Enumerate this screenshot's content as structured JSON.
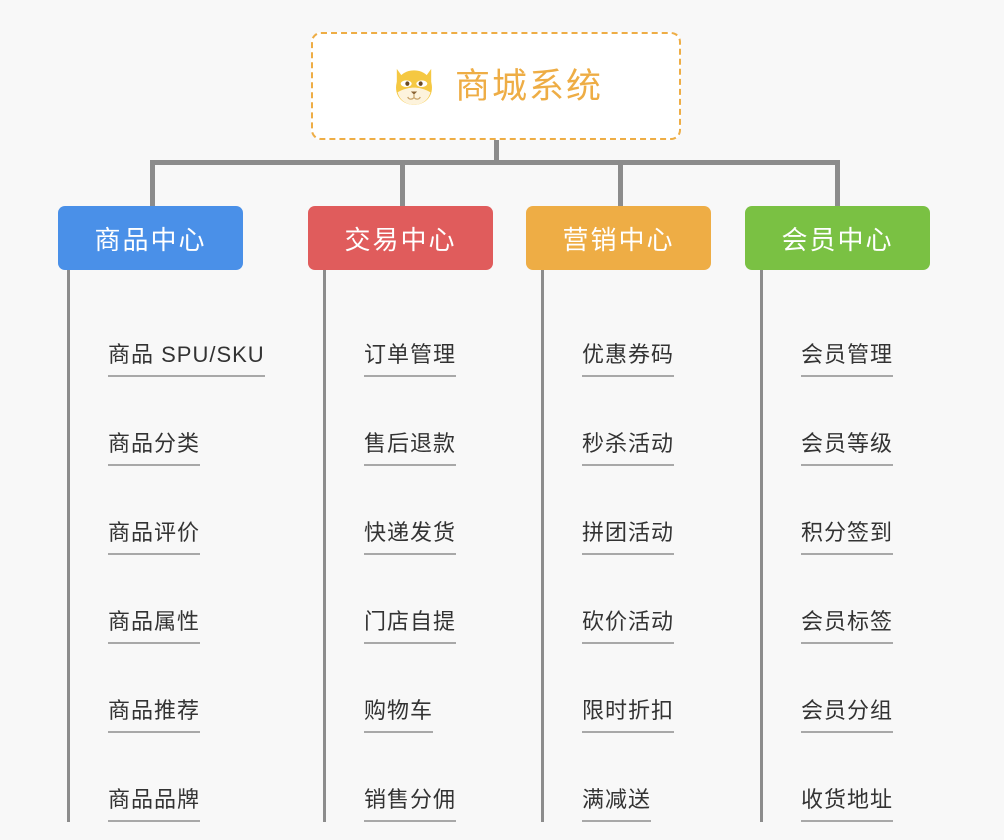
{
  "page": {
    "background_color": "#f8f8f8",
    "type": "mindmap-tree"
  },
  "root": {
    "title": "商城系统",
    "icon": "shiba-dog-face-icon",
    "text_color": "#eead45",
    "border_color": "#eead45",
    "background_color": "#ffffff"
  },
  "connector": {
    "color": "#8c8c8c"
  },
  "categories": [
    {
      "label": "商品中心",
      "color": "#4a90e8",
      "items": [
        "商品 SPU/SKU",
        "商品分类",
        "商品评价",
        "商品属性",
        "商品推荐",
        "商品品牌"
      ]
    },
    {
      "label": "交易中心",
      "color": "#e05c5c",
      "items": [
        "订单管理",
        "售后退款",
        "快递发货",
        "门店自提",
        "购物车",
        "销售分佣"
      ]
    },
    {
      "label": "营销中心",
      "color": "#eead45",
      "items": [
        "优惠券码",
        "秒杀活动",
        "拼团活动",
        "砍价活动",
        "限时折扣",
        "满减送"
      ]
    },
    {
      "label": "会员中心",
      "color": "#7ac143",
      "items": [
        "会员管理",
        "会员等级",
        "积分签到",
        "会员标签",
        "会员分组",
        "收货地址"
      ]
    }
  ]
}
